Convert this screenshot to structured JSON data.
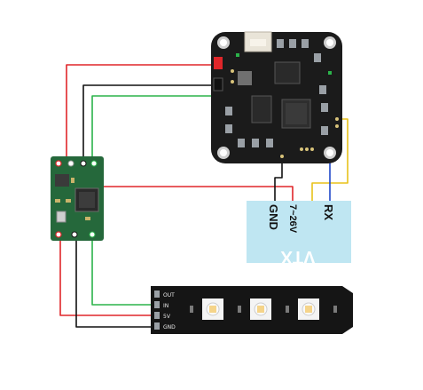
{
  "vtx": {
    "name": "VTX",
    "pin_gnd": "GND",
    "pin_power": "7~26V",
    "pin_rx": "RX"
  },
  "led_strip": {
    "pins": [
      "OUT",
      "IN",
      "5V",
      "GND"
    ]
  },
  "colors": {
    "wire_red": "#e0262a",
    "wire_black": "#111111",
    "wire_green": "#2bb34a",
    "wire_yellow": "#e8c21a",
    "wire_blue": "#1f48c9",
    "vtx_body": "#bfe6f2",
    "vtx_text": "#ffffff",
    "flight_controller_pcb": "#1b1b1b",
    "regulator_pcb": "#25683b",
    "led_strip_pcb": "#151515"
  },
  "icons": [
    "flight-controller-board",
    "voltage-regulator-board",
    "led-strip-board",
    "vtx-module"
  ]
}
